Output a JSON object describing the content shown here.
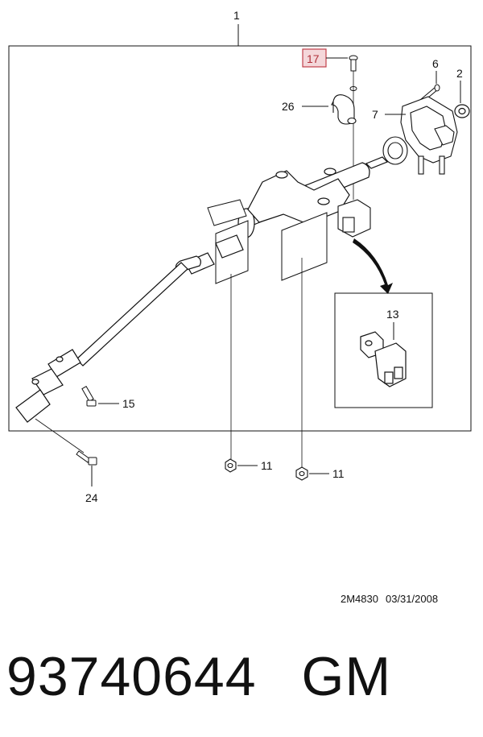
{
  "callouts": {
    "assembly": "1",
    "highlighted": "17",
    "c6": "6",
    "c2": "2",
    "c26": "26",
    "c7": "7",
    "c13": "13",
    "c15": "15",
    "c24": "24",
    "c11a": "11",
    "c11b": "11"
  },
  "colors": {
    "highlight_box_fill": "#f4d7da",
    "highlight_box_stroke": "#c0404a",
    "line": "#111111",
    "shade": "#d9d9d9"
  },
  "footer": {
    "drawing_code": "2M4830",
    "date": "03/31/2008"
  },
  "part": {
    "number": "93740644",
    "maker": "GM"
  }
}
